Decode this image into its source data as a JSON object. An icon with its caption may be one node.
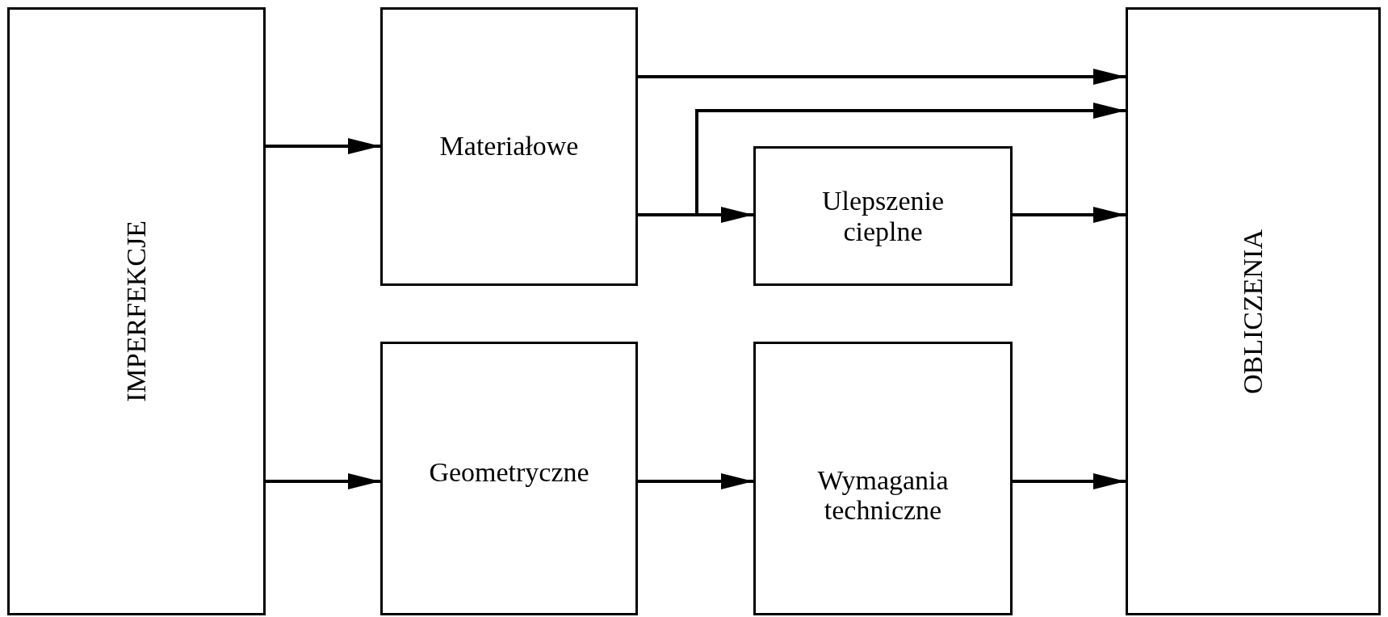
{
  "diagram": {
    "nodes": [
      {
        "text": [
          "IMPERFEKCJE"
        ]
      },
      {
        "text": [
          "Materiałowe"
        ]
      },
      {
        "text": [
          "Ulepszenie cieplne"
        ]
      },
      {
        "text": [
          "Geometryczne"
        ]
      },
      {
        "text": [
          "Wymagania techniczne"
        ]
      },
      {
        "text": [
          "OBLICZENIA"
        ]
      }
    ],
    "edges": [
      {
        "from": 0,
        "to": 1,
        "arrow": "to"
      },
      {
        "from": 0,
        "to": 3,
        "arrow": "to"
      },
      {
        "from": 1,
        "to": 5,
        "arrow": "to"
      },
      {
        "from": 1,
        "to": 2,
        "arrow": "to"
      },
      {
        "from": 1,
        "to": 5,
        "arrow": "to"
      },
      {
        "from": 2,
        "to": 5,
        "arrow": "to"
      },
      {
        "from": 3,
        "to": 4,
        "arrow": "to"
      },
      {
        "from": 4,
        "to": 5,
        "arrow": "to"
      }
    ]
  }
}
